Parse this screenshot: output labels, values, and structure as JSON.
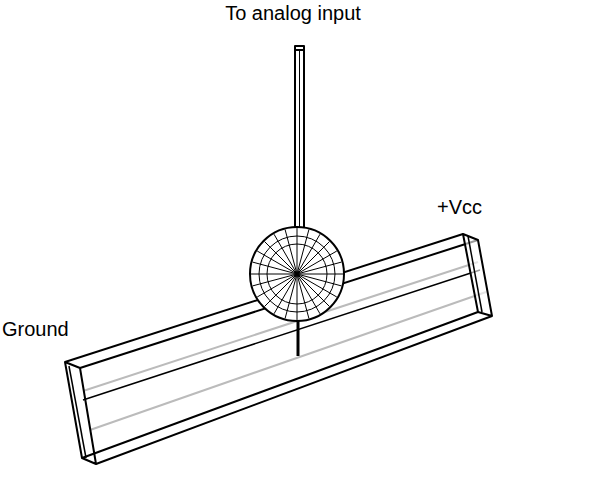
{
  "diagram": {
    "labels": [
      "To analog input",
      "+Vcc",
      "Ground"
    ]
  }
}
